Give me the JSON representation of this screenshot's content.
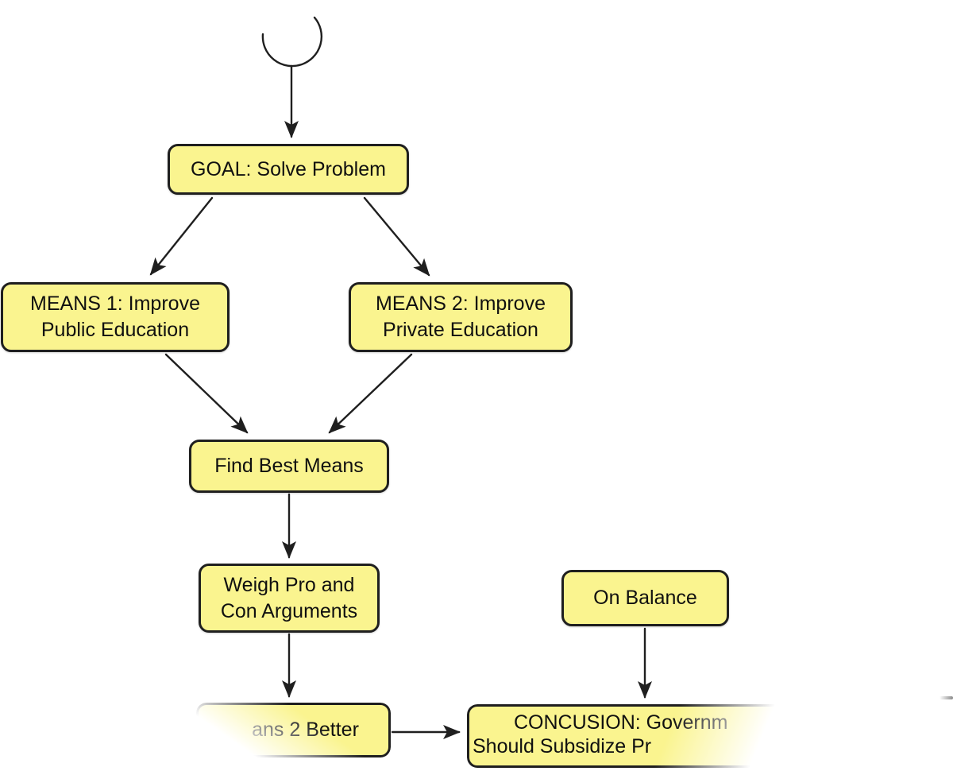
{
  "diagram": {
    "title_hint": "means-end goal flowchart",
    "colors": {
      "node_fill": "#FAF48F",
      "node_border": "#1F1F1F",
      "edge": "#1F1F1F",
      "text": "#101010"
    },
    "nodes": {
      "start": {
        "shape": "open-circle"
      },
      "goal": {
        "label": "GOAL: Solve Problem"
      },
      "means1": {
        "line1": "MEANS 1: Improve",
        "line2": "Public Education"
      },
      "means2": {
        "line1": "MEANS 2: Improve",
        "line2": "Private Education"
      },
      "find_best": {
        "label": "Find Best Means"
      },
      "weigh": {
        "line1": "Weigh Pro and",
        "line2": "Con Arguments"
      },
      "means2_better": {
        "label": "ans 2 Better",
        "note_visual": "left side faded out"
      },
      "on_balance": {
        "label": "On Balance"
      },
      "conclusion": {
        "line1": "CONCUSION: Governm",
        "line2": "Should Subsidize Pr",
        "note_visual": "right side faded out"
      }
    },
    "edges": [
      {
        "from": "start",
        "to": "goal"
      },
      {
        "from": "goal",
        "to": "means1"
      },
      {
        "from": "goal",
        "to": "means2"
      },
      {
        "from": "means1",
        "to": "find_best"
      },
      {
        "from": "means2",
        "to": "find_best"
      },
      {
        "from": "find_best",
        "to": "weigh"
      },
      {
        "from": "weigh",
        "to": "means2_better"
      },
      {
        "from": "means2_better",
        "to": "conclusion"
      },
      {
        "from": "on_balance",
        "to": "conclusion"
      }
    ]
  }
}
